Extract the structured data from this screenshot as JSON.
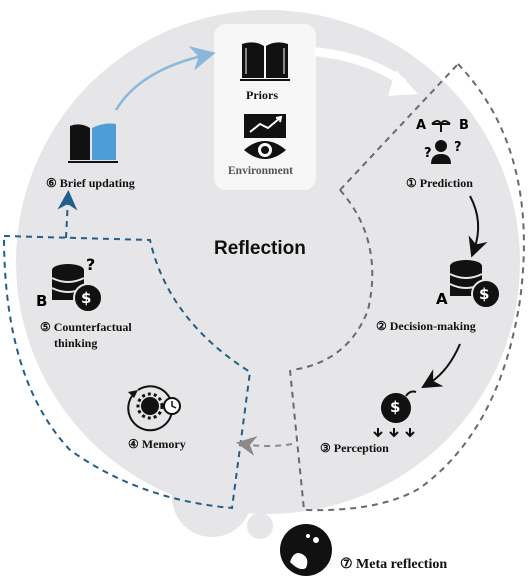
{
  "title": "Reflection",
  "priors": {
    "label": "Priors",
    "icon": "book-icon"
  },
  "environment": {
    "label": "Environment",
    "icon": "chart-eye-icon"
  },
  "steps": [
    {
      "number": "①",
      "label": "Prediction",
      "icon": "prediction-icon"
    },
    {
      "number": "②",
      "label": "Decision-making",
      "icon": "coins-dollar-icon"
    },
    {
      "number": "③",
      "label": "Perception",
      "icon": "money-bomb-icon"
    },
    {
      "number": "④",
      "label": "Memory",
      "icon": "gear-history-icon"
    },
    {
      "number": "⑤",
      "label_line1": "Counterfactual",
      "label_line2": "thinking",
      "icon": "coins-question-icon"
    },
    {
      "number": "⑥",
      "label": "Brief updating",
      "icon": "book-blue-icon"
    }
  ],
  "meta": {
    "number": "⑦",
    "label": "Meta reflection",
    "icon": "thinking-hand-icon"
  },
  "colors": {
    "circle": "#e6e6e8",
    "gray_dash": "#6a6a6a",
    "blue_dash": "#1f5f8b",
    "blue_arrow": "#8ab8dd",
    "white_arrow": "#ffffff"
  },
  "labels": {
    "prediction": "① Prediction",
    "decision": "② Decision-making",
    "perception": "③ Perception",
    "memory": "④ Memory",
    "counterfactual1": "⑤ Counterfactual",
    "counterfactual2": "thinking",
    "brief": "⑥ Brief updating",
    "meta": "⑦ Meta reflection",
    "a_b": "A",
    "b_letter": "B",
    "a_letter": "A",
    "q_marks": "?"
  }
}
